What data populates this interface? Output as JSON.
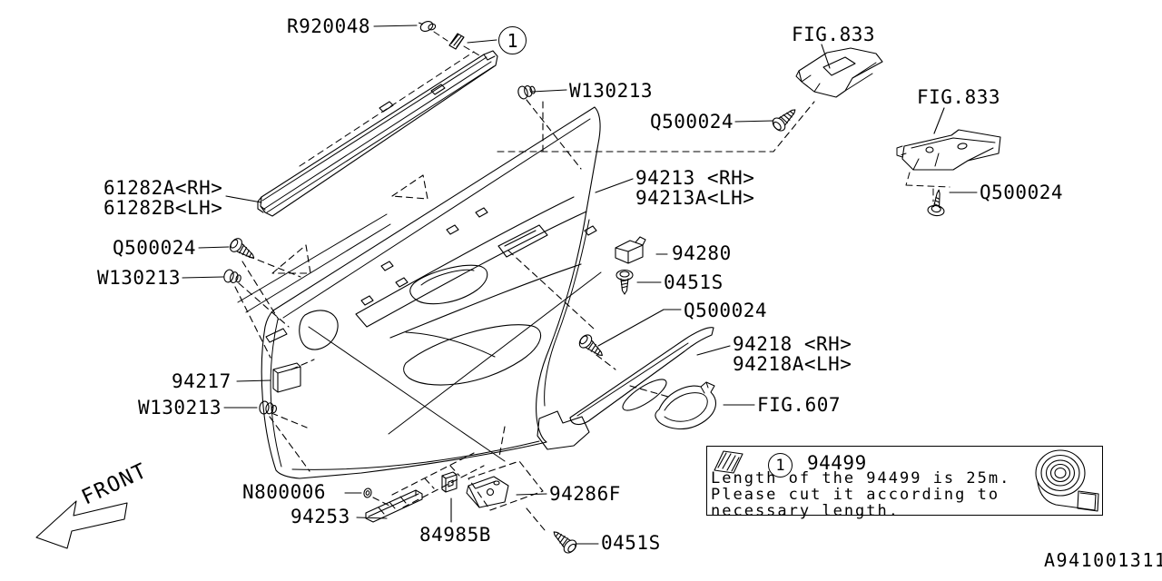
{
  "drawing": {
    "front_label": "FRONT",
    "drawing_number": "A941001311",
    "callout_1": "1"
  },
  "labels": {
    "r920048": "R920048",
    "w130213_top": "W130213",
    "fig833_top": "FIG.833",
    "q500024_top": "Q500024",
    "fig833_right": "FIG.833",
    "q500024_right": "Q500024",
    "p61282a": "61282A<RH>",
    "p61282b": "61282B<LH>",
    "q500024_left": "Q500024",
    "w130213_left": "W130213",
    "p94213": "94213 <RH>",
    "p94213a": "94213A<LH>",
    "p94280": "94280",
    "s0451_top": "0451S",
    "q500024_mid": "Q500024",
    "p94218": "94218 <RH>",
    "p94218a": "94218A<LH>",
    "fig607": "FIG.607",
    "p94217": "94217",
    "w130213_bottom": "W130213",
    "n800006": "N800006",
    "p94253": "94253",
    "p84985b": "84985B",
    "p94286f": "94286F",
    "s0451_bottom": "0451S"
  },
  "note_box": {
    "callout": "1",
    "part_number": "94499",
    "line1": "Length of the 94499 is 25m.",
    "line2": "Please cut it according to",
    "line3": "necessary length."
  },
  "colors": {
    "line": "#000000",
    "background": "#ffffff"
  }
}
